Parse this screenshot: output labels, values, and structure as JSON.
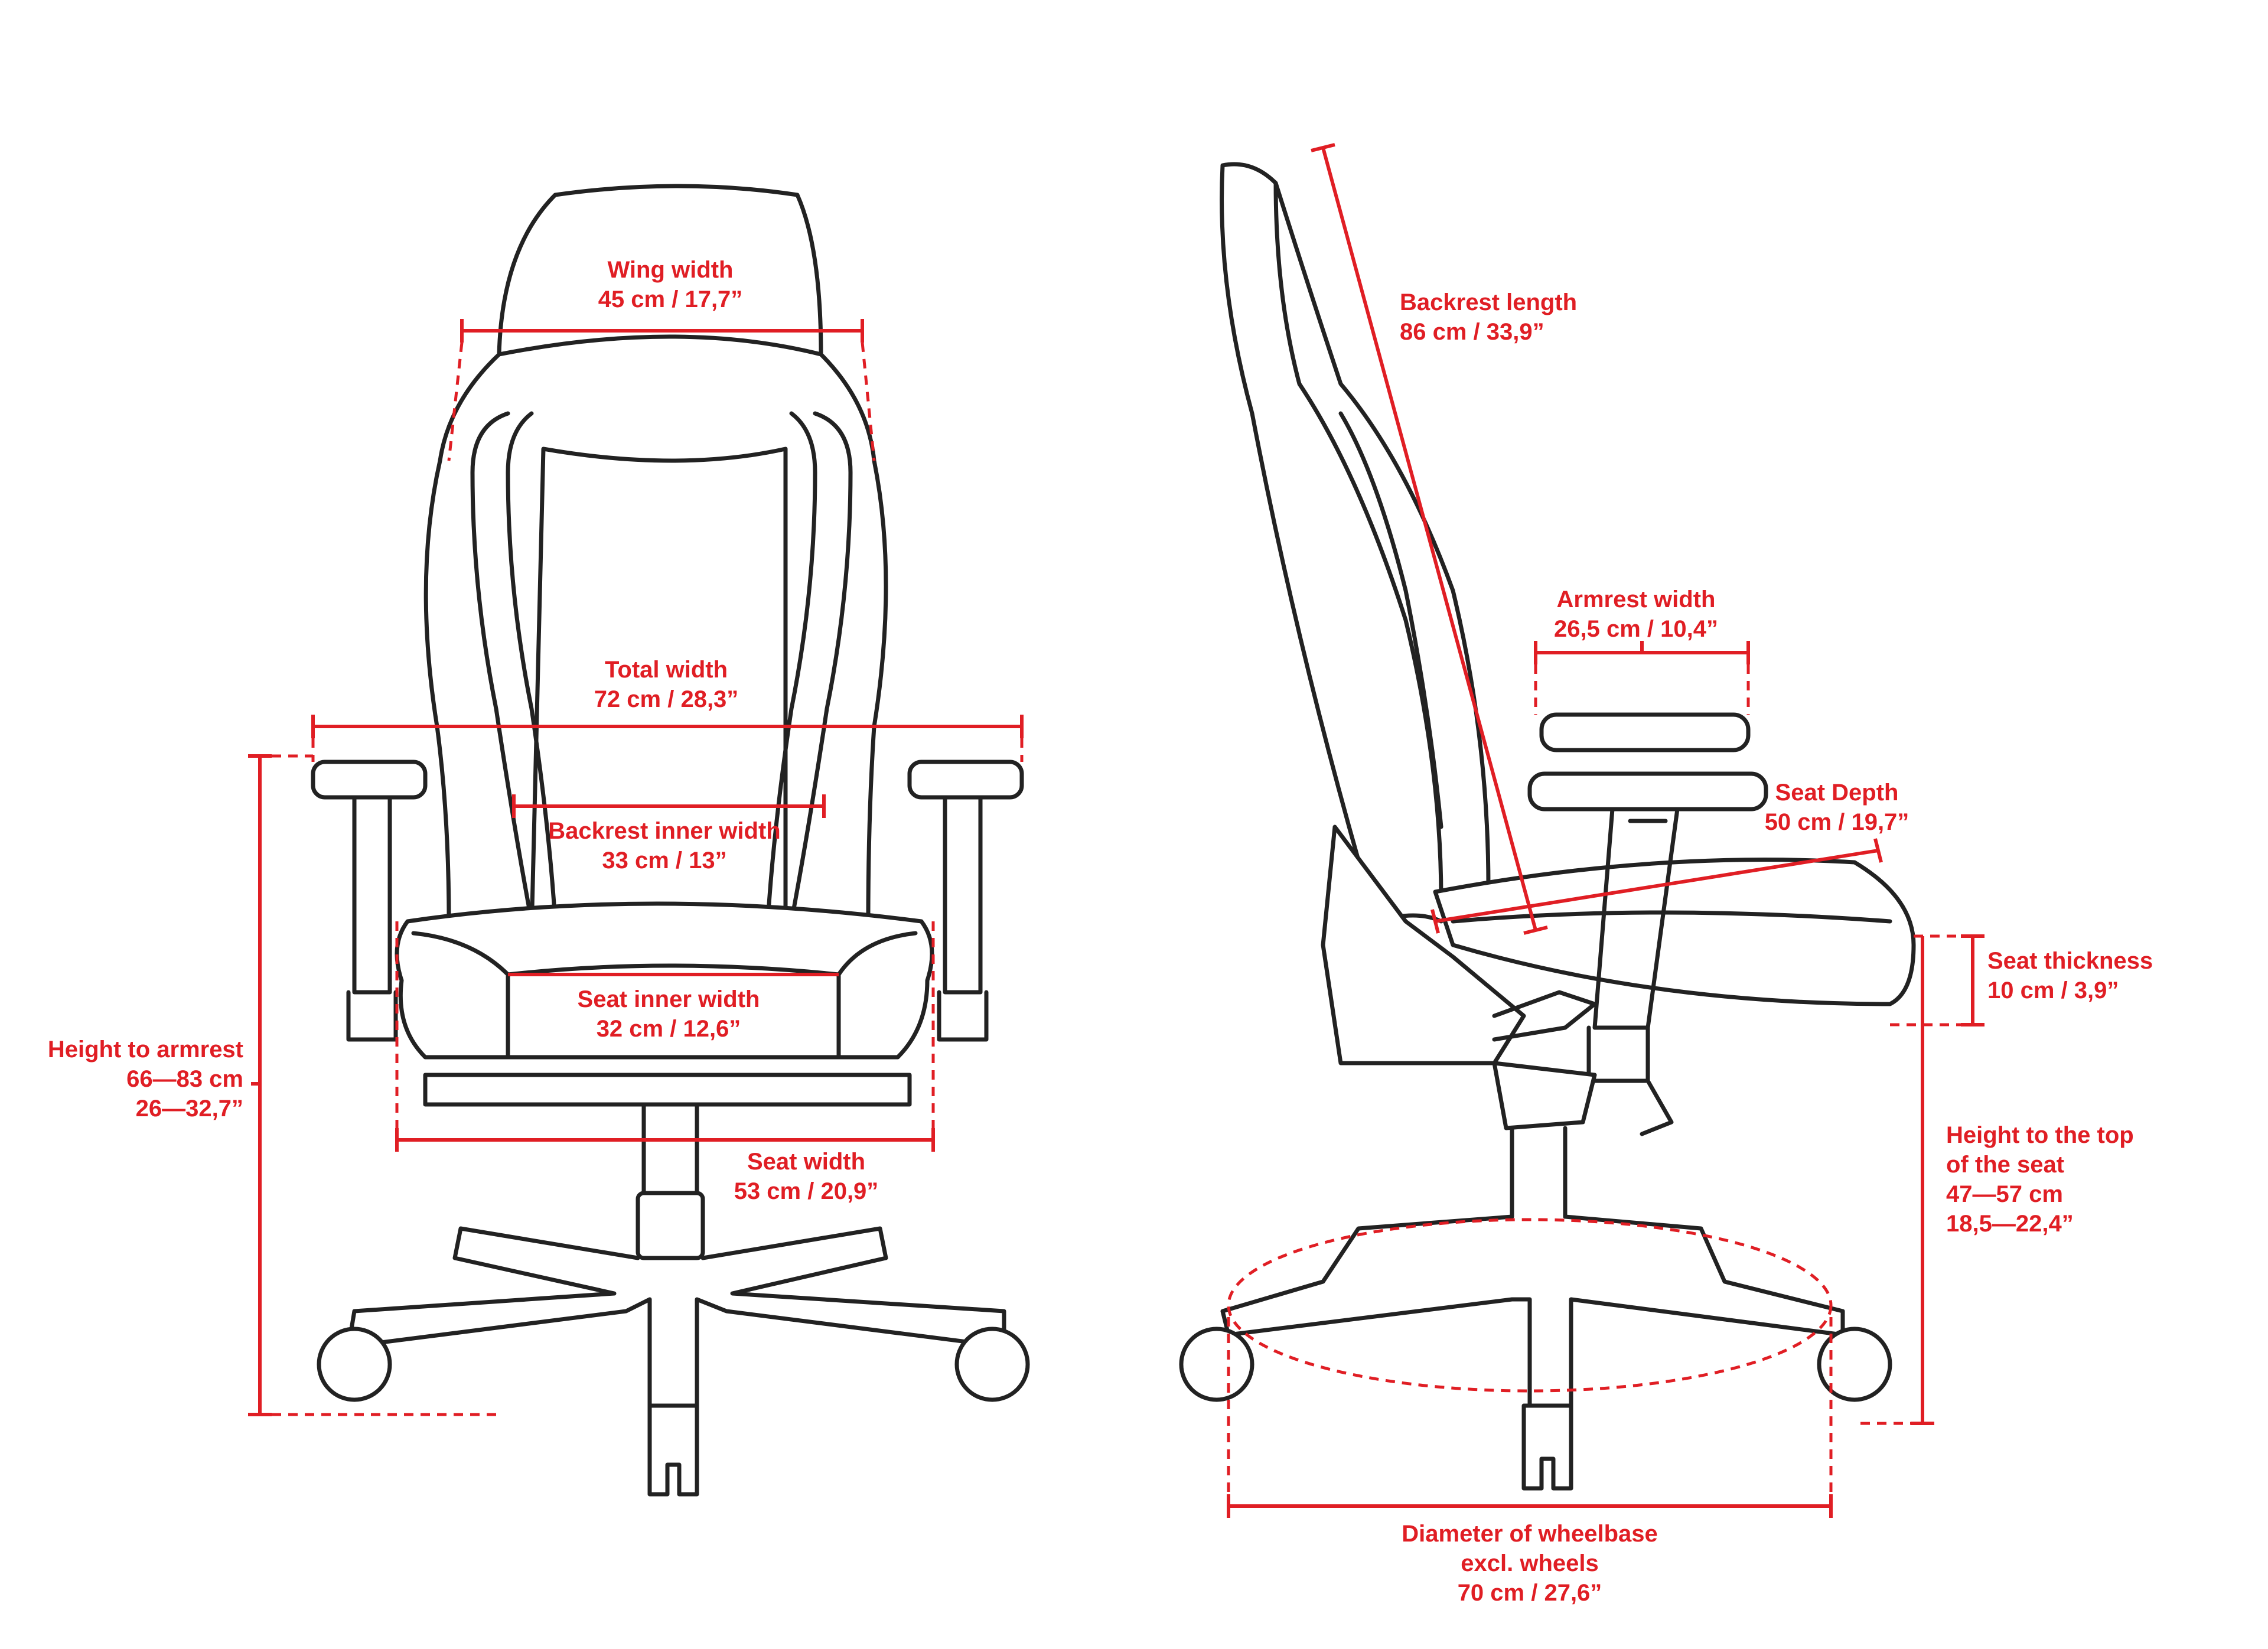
{
  "colors": {
    "dimension": "#e01e24",
    "outline": "#222222",
    "background": "#ffffff"
  },
  "front": {
    "wing_width": {
      "label": "Wing width",
      "value": "45 cm / 17,7”"
    },
    "total_width": {
      "label": "Total width",
      "value": "72 cm / 28,3”"
    },
    "backrest_inner_width": {
      "label": "Backrest inner width",
      "value": "33 cm / 13”"
    },
    "seat_inner_width": {
      "label": "Seat inner width",
      "value": "32 cm / 12,6”"
    },
    "seat_width": {
      "label": "Seat width",
      "value": "53 cm / 20,9”"
    },
    "height_to_armrest": {
      "label": "Height to armrest",
      "cm": "66—83 cm",
      "inch": "26—32,7”"
    }
  },
  "side": {
    "backrest_length": {
      "label": "Backrest length",
      "value": "86 cm / 33,9”"
    },
    "armrest_width": {
      "label": "Armrest width",
      "value": "26,5 cm / 10,4”"
    },
    "seat_depth": {
      "label": "Seat Depth",
      "value": "50 cm / 19,7”"
    },
    "seat_thickness": {
      "label": "Seat thickness",
      "value": "10 cm / 3,9”"
    },
    "height_to_seat_top": {
      "line1": "Height to the top",
      "line2": "of the seat",
      "cm": "47—57 cm",
      "inch": "18,5—22,4”"
    },
    "wheelbase_diameter": {
      "line1": "Diameter of wheelbase",
      "line2": "excl. wheels",
      "value": "70 cm / 27,6”"
    }
  }
}
